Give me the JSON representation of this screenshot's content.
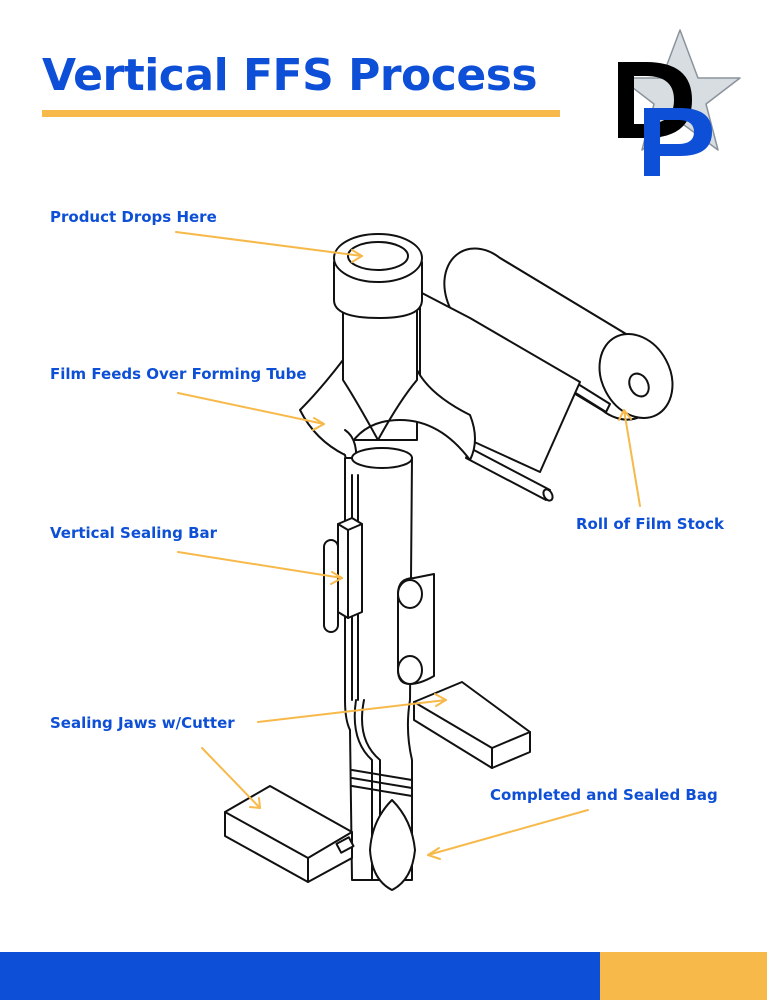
{
  "title": "Vertical FFS Process",
  "logo": {
    "letters": "DP"
  },
  "labels": {
    "product_drops": "Product Drops Here",
    "film_feeds": "Film Feeds Over Forming Tube",
    "vertical_sealing_bar": "Vertical Sealing Bar",
    "sealing_jaws": "Sealing Jaws w/Cutter",
    "roll_of_film": "Roll of Film Stock",
    "completed_bag": "Completed and Sealed Bag"
  },
  "colors": {
    "brand_blue": "#0d4fd6",
    "accent_yellow": "#f7b94a",
    "line_black": "#111111"
  }
}
